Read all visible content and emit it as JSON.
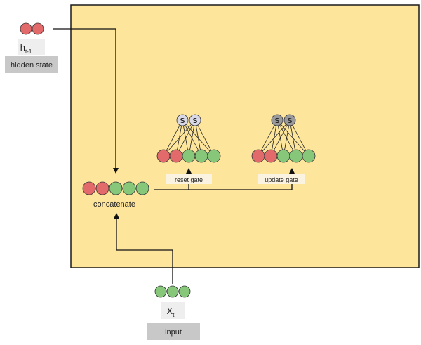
{
  "hidden_state": {
    "symbol": "h",
    "subscript": "t-1",
    "label": "hidden state",
    "nodes": [
      "red",
      "red"
    ]
  },
  "input": {
    "symbol": "X",
    "subscript": "t",
    "label": "input",
    "nodes": [
      "green",
      "green",
      "green"
    ]
  },
  "concatenate": {
    "label": "concatenate",
    "nodes": [
      "red",
      "red",
      "green",
      "green",
      "green"
    ]
  },
  "reset_gate": {
    "label": "reset gate",
    "sigmoid_symbol": "S",
    "outputs": 2,
    "nodes": [
      "red",
      "red",
      "green",
      "green",
      "green"
    ]
  },
  "update_gate": {
    "label": "update gate",
    "sigmoid_symbol": "S",
    "outputs": 2,
    "nodes": [
      "red",
      "red",
      "green",
      "green",
      "green"
    ]
  },
  "colors": {
    "panel": "#fde59c",
    "panel_border": "#1a1a1a",
    "red_node": "#e26a6a",
    "green_node": "#86c77a",
    "label_box": "#c8c8c8",
    "symbol_box": "#eeeeee",
    "gate_label_box": "#fbf3e2",
    "reset_sigmoid": "#d8d8e6",
    "update_sigmoid": "#9a9a9a"
  }
}
